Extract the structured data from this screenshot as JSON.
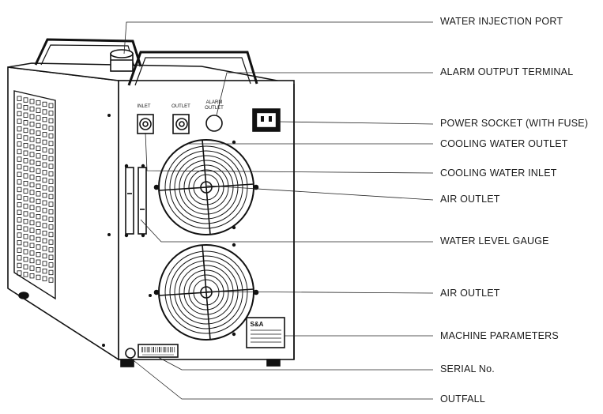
{
  "panel_labels": {
    "inlet": "INLET",
    "outlet": "OUTLET",
    "alarm_outlet_line1": "ALARM",
    "alarm_outlet_line2": "OUTLET"
  },
  "plate_text": "S&A",
  "callouts": [
    {
      "id": "water-injection-port",
      "text": "WATER INJECTION PORT"
    },
    {
      "id": "alarm-output-terminal",
      "text": "ALARM OUTPUT TERMINAL"
    },
    {
      "id": "power-socket",
      "text": "POWER SOCKET (WITH FUSE)"
    },
    {
      "id": "cooling-water-outlet",
      "text": "COOLING WATER OUTLET"
    },
    {
      "id": "cooling-water-inlet",
      "text": "COOLING WATER INLET"
    },
    {
      "id": "air-outlet-top",
      "text": "AIR OUTLET"
    },
    {
      "id": "water-level-gauge",
      "text": "WATER LEVEL GAUGE"
    },
    {
      "id": "air-outlet-bottom",
      "text": "AIR OUTLET"
    },
    {
      "id": "machine-parameters",
      "text": "MACHINE PARAMETERS"
    },
    {
      "id": "serial-no",
      "text": "SERIAL No."
    },
    {
      "id": "outfall",
      "text": "OUTFALL"
    }
  ]
}
